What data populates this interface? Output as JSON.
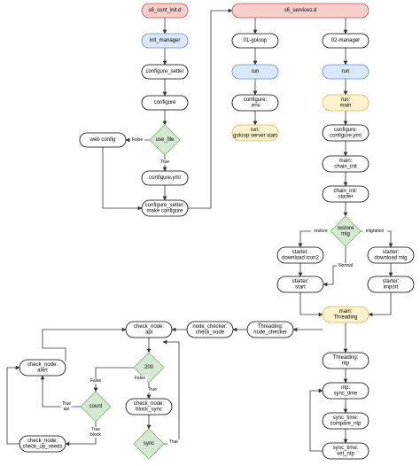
{
  "colors": {
    "stroke": "#000000",
    "edge": "#333333",
    "red_fill": "#f8cecc",
    "red_stroke": "#b85450",
    "blue_fill": "#dae8fc",
    "blue_stroke": "#6c8ebf",
    "yellow_fill": "#fff2cc",
    "yellow_stroke": "#d6b656",
    "green_fill": "#d5e8d4",
    "green_stroke": "#82b366",
    "white_fill": "#ffffff"
  },
  "nodes": {
    "s6_cont_init": [
      "s6_cont_init.d"
    ],
    "init_manager": [
      "init_manager"
    ],
    "configure_setter": [
      "configure_setter"
    ],
    "configure": [
      "configure"
    ],
    "use_file": [
      "use_file"
    ],
    "web_config": [
      "web config"
    ],
    "configure_yml": [
      "configure.yml"
    ],
    "configure_setter_make": [
      "configure_setter:",
      "make configure"
    ],
    "s6_services": [
      "s6_services.d"
    ],
    "goloop_01": [
      "01-goloop"
    ],
    "manager_02": [
      "02-manager"
    ],
    "run_goloop": [
      "run"
    ],
    "run_manager": [
      "run"
    ],
    "configure_env": [
      "configure:",
      ".env"
    ],
    "run_main": [
      "run:",
      "main"
    ],
    "run_goloop_server": [
      "run:",
      "goloop server start"
    ],
    "configure_configure_yml": [
      "configure:",
      "configure.yml"
    ],
    "main_chain_init": [
      "main:",
      "chain_init"
    ],
    "chain_init_starter": [
      "chain_init:",
      "starter"
    ],
    "restore_mig": [
      "restore",
      "mig"
    ],
    "starter_download_icon2": [
      "starter:",
      "download icon2"
    ],
    "starter_download_mig": [
      "starter:",
      "download mig"
    ],
    "starter_start": [
      "starter:",
      "start"
    ],
    "starter_import": [
      "starter:",
      "import"
    ],
    "main_threading": [
      "main:",
      "Threading"
    ],
    "threading_node_checker": [
      "Threading:",
      "node_checker"
    ],
    "node_checker_check_node": [
      "node_checker:",
      "check_node"
    ],
    "check_node_api": [
      "check_node:",
      "api"
    ],
    "d200": [
      "200"
    ],
    "check_node_block_sync": [
      "check_node:",
      "block_sync"
    ],
    "sync": [
      "sync"
    ],
    "count": [
      "count"
    ],
    "check_node_alert": [
      "check_node:",
      "alert"
    ],
    "check_node_check_up_seeds": [
      "check_node:",
      "check_up_seeds"
    ],
    "threading_ntp": [
      "Threading:",
      "ntp"
    ],
    "ntp_sync_time": [
      "ntp:",
      "sync_time"
    ],
    "sync_time_compare_ntp": [
      "sync_time:",
      "compare_ntp"
    ],
    "sync_time_set_ntp": [
      "sync_time:",
      "set_ntp"
    ]
  },
  "edge_labels": {
    "false_use_file": "False",
    "true_use_file": "True",
    "restore": "restore",
    "migration": "migration",
    "normal": "Normal",
    "false_200": "False",
    "true_200": "True",
    "false_count": "False",
    "true_api": [
      "True",
      "api"
    ],
    "true_block": [
      "True",
      "block"
    ],
    "true_sync": "True"
  }
}
